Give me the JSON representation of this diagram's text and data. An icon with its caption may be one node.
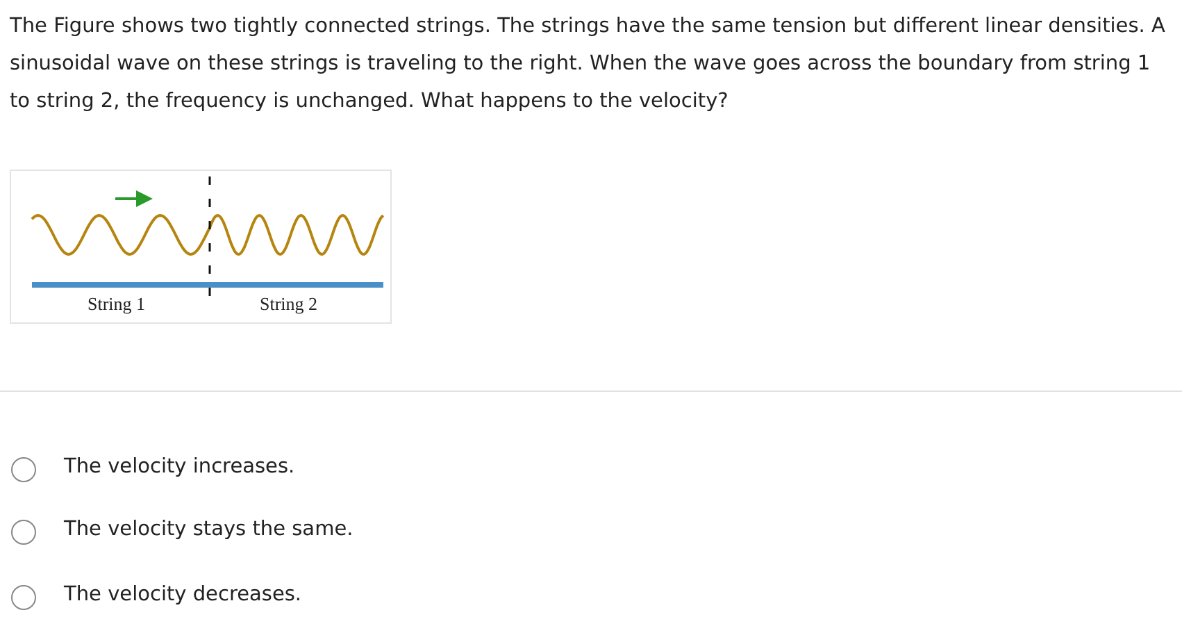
{
  "diagram": {
    "labels": [
      "The Figure shows two tightly connected strings. The strings have the same tension but different linear densities. A sinusoidal wave on these strings is traveling to the right. When the wave goes across the boundary from string 1 to string 2, the frequency is unchanged. What happens to the velocity?",
      "String 1",
      "String 2",
      "The velocity increases.",
      "The velocity stays the same.",
      "The velocity decreases."
    ]
  }
}
